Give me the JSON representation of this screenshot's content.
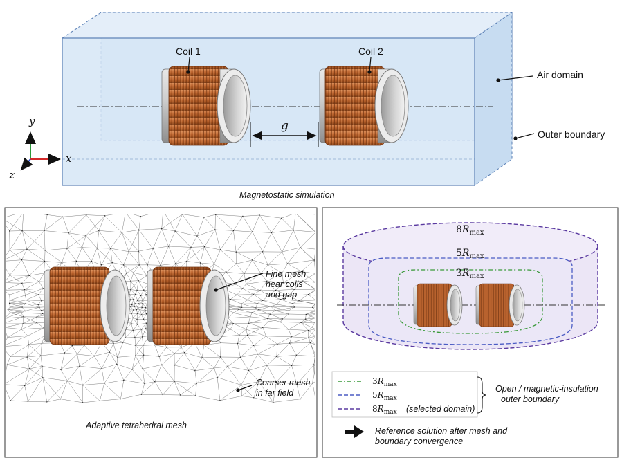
{
  "top": {
    "coil1_label": "Coil 1",
    "coil2_label": "Coil 2",
    "gap_label": "g",
    "air_domain_label": "Air domain",
    "outer_boundary_label": "Outer boundary",
    "caption": "Magnetostatic simulation",
    "axes": {
      "x": "x",
      "y": "y",
      "z": "z"
    }
  },
  "mesh_panel": {
    "fine_mesh_lines": [
      "Fine mesh",
      "near coils",
      "and gap"
    ],
    "coarse_mesh_lines": [
      "Coarser mesh",
      "in far field"
    ],
    "caption": "Adaptive tetrahedral mesh"
  },
  "boundary_panel": {
    "ring_labels": [
      {
        "mult": "8",
        "sym": "R",
        "sub": "max"
      },
      {
        "mult": "5",
        "sym": "R",
        "sub": "max"
      },
      {
        "mult": "3",
        "sym": "R",
        "sub": "max"
      }
    ],
    "legend": [
      {
        "mult": "3",
        "sym": "R",
        "sub": "max",
        "note": "",
        "color": "#3a9a3a"
      },
      {
        "mult": "5",
        "sym": "R",
        "sub": "max",
        "note": "",
        "color": "#4b5cc4"
      },
      {
        "mult": "8",
        "sym": "R",
        "sub": "max",
        "note": "(selected domain)",
        "color": "#5a3aa0"
      }
    ],
    "brace_text_lines": [
      "Open / magnetic-insulation",
      "outer boundary"
    ],
    "arrow_text_lines": [
      "Reference solution after mesh and",
      "boundary convergence"
    ]
  },
  "colors": {
    "copper": "#b8622e",
    "air": "#cfe3f5",
    "outer_ring": "#5a3aa0",
    "middle_ring": "#4b5cc4",
    "inner_ring": "#3a9a3a"
  }
}
